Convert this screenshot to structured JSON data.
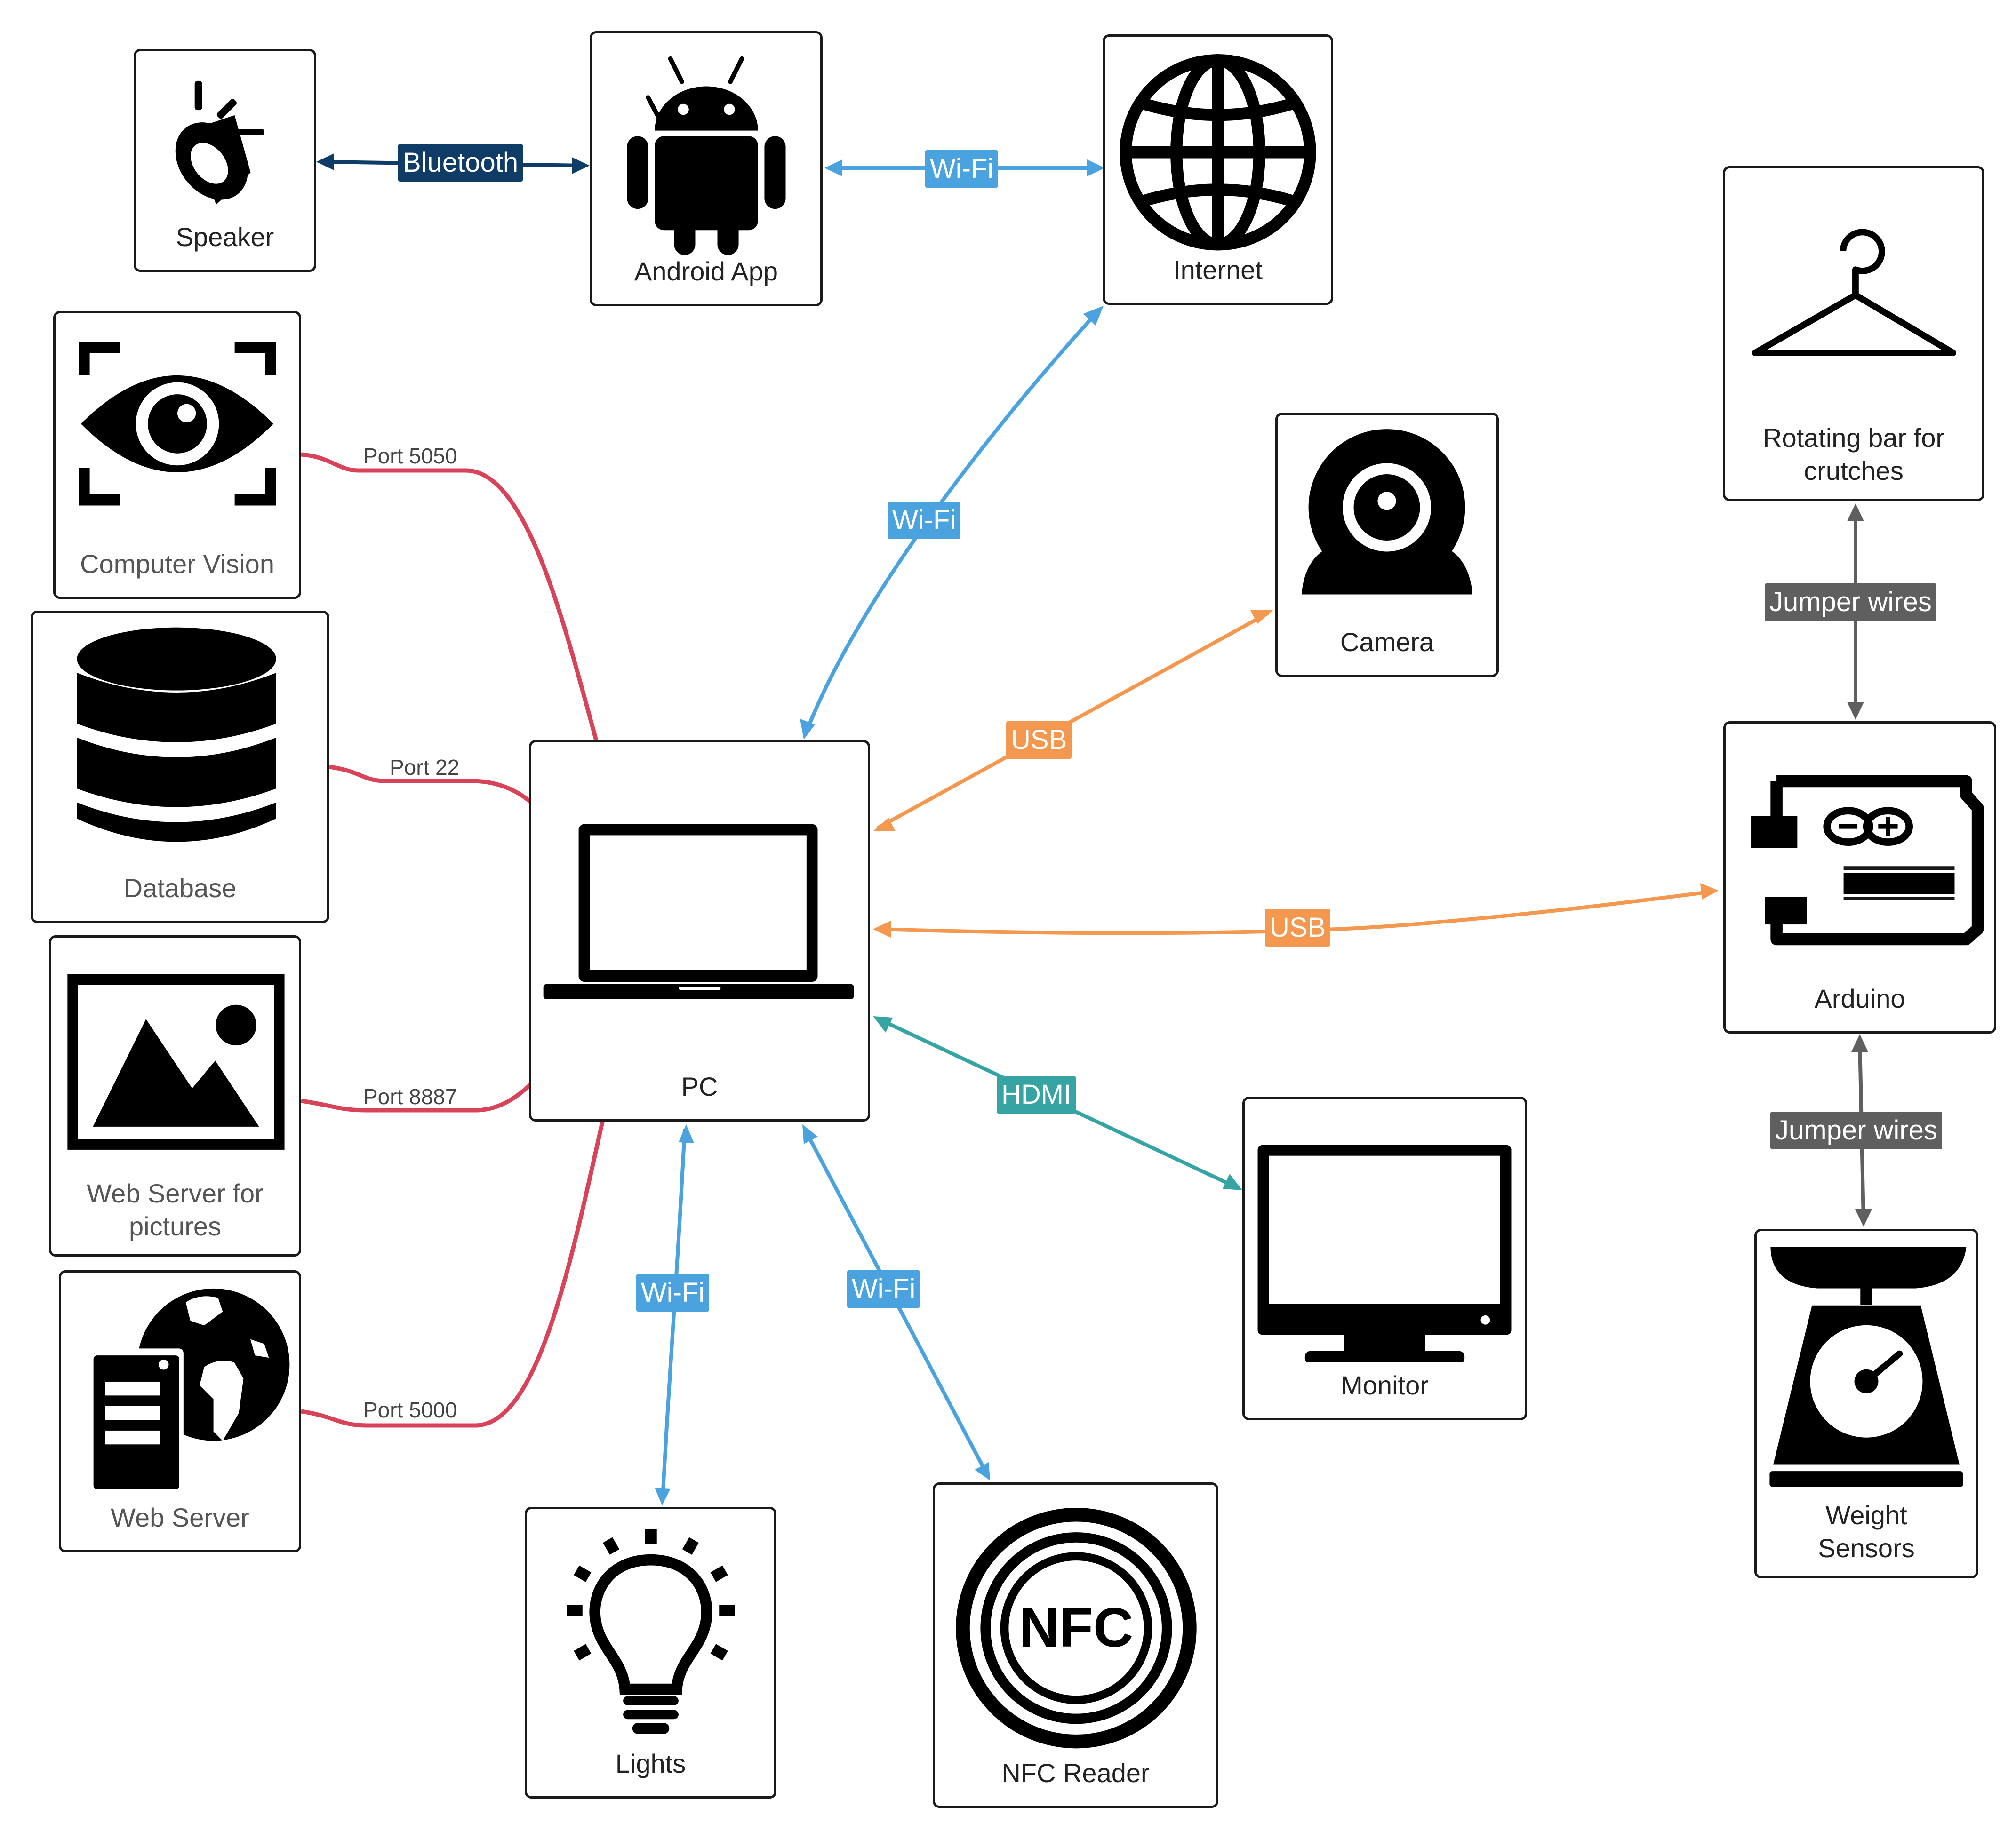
{
  "colors": {
    "ports": "#d9435a",
    "wifi": "#4aa3df",
    "usb": "#f5984f",
    "hdmi": "#35a4a3",
    "bluetooth": "#0f3c66",
    "jumper": "#5f5f5f",
    "border": "#1a1a1a"
  },
  "nodes": {
    "speaker": {
      "label": "Speaker",
      "icon": "speaker-icon"
    },
    "android": {
      "label": "Android App",
      "icon": "android-icon"
    },
    "internet": {
      "label": "Internet",
      "icon": "globe-icon"
    },
    "computer_vision": {
      "label": "Computer Vision",
      "icon": "eye-icon"
    },
    "database": {
      "label": "Database",
      "icon": "database-icon"
    },
    "web_server_pictures": {
      "label_line1": "Web Server for",
      "label_line2": "pictures",
      "icon": "image-icon"
    },
    "web_server": {
      "label": "Web Server",
      "icon": "web-server-icon"
    },
    "pc": {
      "label": "PC",
      "icon": "laptop-icon"
    },
    "camera": {
      "label": "Camera",
      "icon": "webcam-icon"
    },
    "monitor": {
      "label": "Monitor",
      "icon": "monitor-icon"
    },
    "lights": {
      "label": "Lights",
      "icon": "lightbulb-icon"
    },
    "nfc": {
      "label": "NFC Reader",
      "icon": "nfc-icon",
      "icon_text": "NFC"
    },
    "rotating_bar": {
      "label_line1": "Rotating bar for",
      "label_line2": "crutches",
      "icon": "hanger-icon"
    },
    "arduino": {
      "label": "Arduino",
      "icon": "arduino-icon"
    },
    "weight": {
      "label_line1": "Weight",
      "label_line2": "Sensors",
      "icon": "scale-icon"
    }
  },
  "edges": {
    "bluetooth": "Bluetooth",
    "android_internet": "Wi-Fi",
    "internet_pc": "Wi-Fi",
    "camera_usb": "USB",
    "arduino_usb": "USB",
    "hdmi": "HDMI",
    "lights_wifi": "Wi-Fi",
    "nfc_wifi": "Wi-Fi",
    "jumper_top": "Jumper wires",
    "jumper_bottom": "Jumper wires",
    "port_cv": "Port 5050",
    "port_db": "Port 22",
    "port_pics": "Port 8887",
    "port_web": "Port 5000"
  }
}
